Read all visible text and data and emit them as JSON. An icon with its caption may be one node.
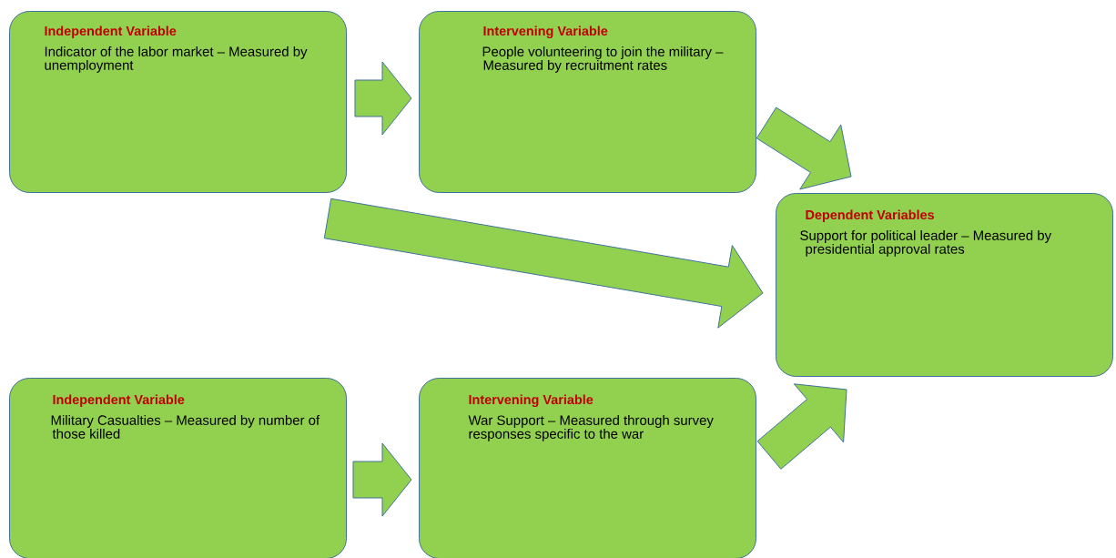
{
  "diagram": {
    "nodes": [
      {
        "text": [
          "Independent Variable",
          "Indicator of the labor market – Measured by unemployment"
        ]
      },
      {
        "text": [
          "Intervening Variable",
          "People volunteering to join the military – Measured by recruitment rates"
        ]
      },
      {
        "text": [
          "Dependent Variables",
          "Support for political leader – Measured by presidential approval rates"
        ]
      },
      {
        "text": [
          "Independent Variable",
          "Military Casualties – Measured by number of those killed"
        ]
      },
      {
        "text": [
          "Intervening Variable",
          "War Support – Measured through survey responses specific to the war"
        ]
      }
    ],
    "edges": [
      {
        "from": 0,
        "to": 1,
        "arrow": "to"
      },
      {
        "from": 1,
        "to": 2,
        "arrow": "to"
      },
      {
        "from": 0,
        "to": 2,
        "arrow": "to"
      },
      {
        "from": 3,
        "to": 4,
        "arrow": "to"
      },
      {
        "from": 4,
        "to": 2,
        "arrow": "to"
      }
    ]
  }
}
